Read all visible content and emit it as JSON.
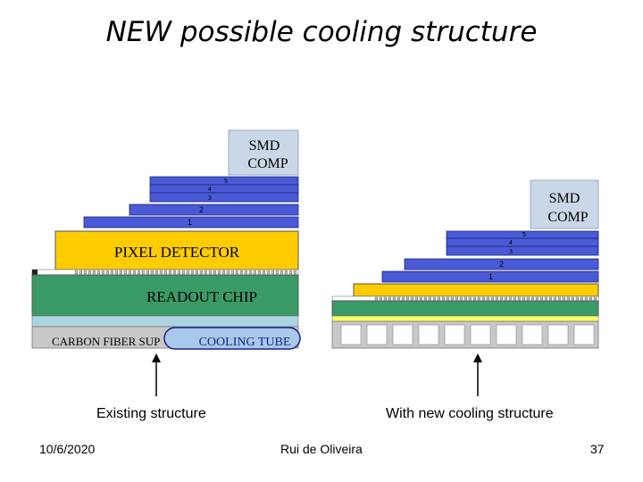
{
  "title": "NEW possible cooling structure",
  "left": {
    "smd_line1": "SMD",
    "smd_line2": "COMP",
    "layers": [
      "1",
      "2",
      "3",
      "4",
      "5"
    ],
    "pixel_detector": "PIXEL DETECTOR",
    "readout_chip": "READOUT CHIP",
    "carbon_fiber": "CARBON FIBER SUP",
    "cooling_tube": "COOLING TUBE",
    "caption": "Existing structure"
  },
  "right": {
    "smd_line1": "SMD",
    "smd_line2": "COMP",
    "layers": [
      "1",
      "2",
      "3",
      "4",
      "5"
    ],
    "caption": "With new cooling structure"
  },
  "footer": {
    "date": "10/6/2020",
    "author": "Rui de Oliveira",
    "page": "37"
  },
  "colors": {
    "blue_layer": "#4a5ad6",
    "smd_box": "#c9d7e8",
    "pixel_detector": "#ffcc00",
    "readout_chip": "#3a9a66",
    "readout_band": "#aad4e0",
    "carbon_fiber": "#c8c8c8",
    "cooling_tube": "#a8c8ec",
    "yellow_band": "#ffff66"
  }
}
